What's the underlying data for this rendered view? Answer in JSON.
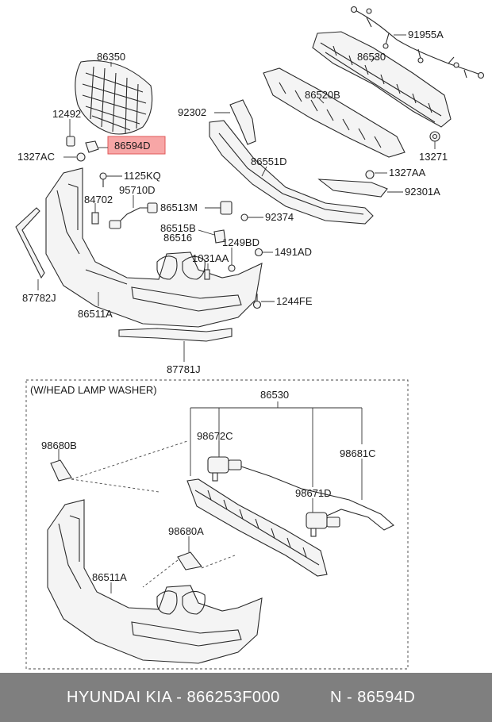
{
  "labels": {
    "p91955A": "91955A",
    "p86350": "86350",
    "p86530_top": "86530",
    "p86520B": "86520B",
    "p92302": "92302",
    "p12492": "12492",
    "p86594D": "86594D",
    "p1327AC": "1327AC",
    "p13271": "13271",
    "p86551D": "86551D",
    "p1125KQ": "1125KQ",
    "p95710D": "95710D",
    "p84702": "84702",
    "p1327AA": "1327AA",
    "p92301A": "92301A",
    "p86513M": "86513M",
    "p92374": "92374",
    "p86515B": "86515B",
    "p86516": "86516",
    "p1249BD": "1249BD",
    "p1031AA": "1031AA",
    "p1491AD": "1491AD",
    "p87782J": "87782J",
    "p86511A_top": "86511A",
    "p1244FE": "1244FE",
    "p87781J": "87781J",
    "washer_title": "(W/HEAD LAMP WASHER)",
    "p86530_bottom": "86530",
    "p98680B": "98680B",
    "p98672C": "98672C",
    "p98681C": "98681C",
    "p98671D": "98671D",
    "p98680A": "98680A",
    "p86511A_bottom": "86511A"
  },
  "highlight": {
    "part": "86594D",
    "color": "#f7a6a6",
    "border": "#e05a5a"
  },
  "footer": {
    "brand": "HYUNDAI KIA - 866253F000",
    "part_ref": "N - 86594D",
    "background": "#7f7f7f"
  }
}
